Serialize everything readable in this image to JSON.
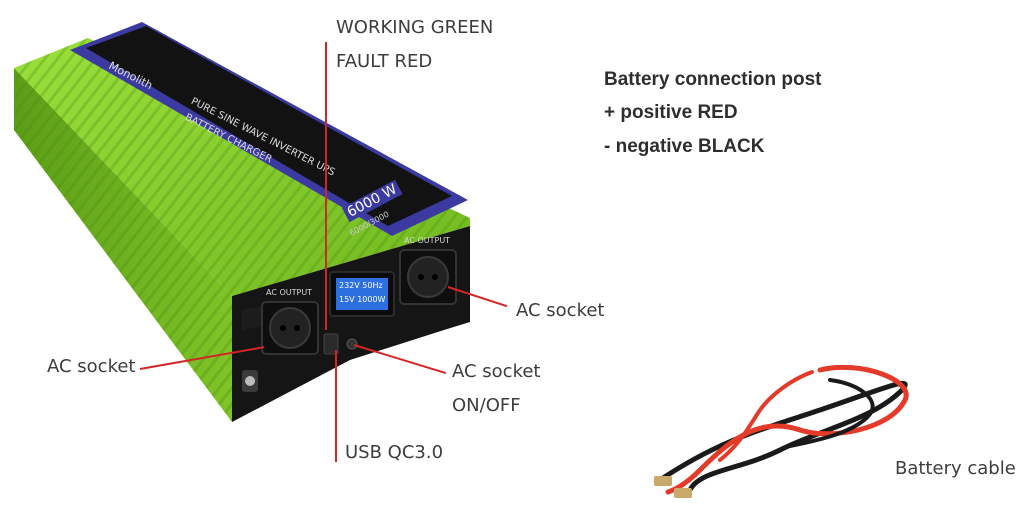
{
  "labels": {
    "led_line1": "WORKING GREEN",
    "led_line2": "FAULT RED",
    "post_line1": "Battery connection post",
    "post_line2": "+ positive RED",
    "post_line3": "- negative BLACK",
    "ac_socket_right": "AC socket",
    "ac_socket_left": "AC socket",
    "switch_line1": "AC socket",
    "switch_line2": "ON/OFF",
    "usb": "USB QC3.0",
    "battery_cable": "Battery cable"
  },
  "product_print": {
    "brand": "Monolith",
    "model_line1": "PURE SINE WAVE INVERTER UPS",
    "model_line2": "BATTERY CHARGER",
    "power": "6000 W",
    "subpower": "6000/3000",
    "port_left": "AC OUTPUT",
    "port_right": "AC OUTPUT",
    "lcd_line1": "232V 50Hz",
    "lcd_line2": "15V 1000W"
  },
  "colors": {
    "callout": "#d22626",
    "housing_green": "#86d12a",
    "panel_blue": "#3b3aa0",
    "lcd_blue": "#2c6fe0"
  }
}
